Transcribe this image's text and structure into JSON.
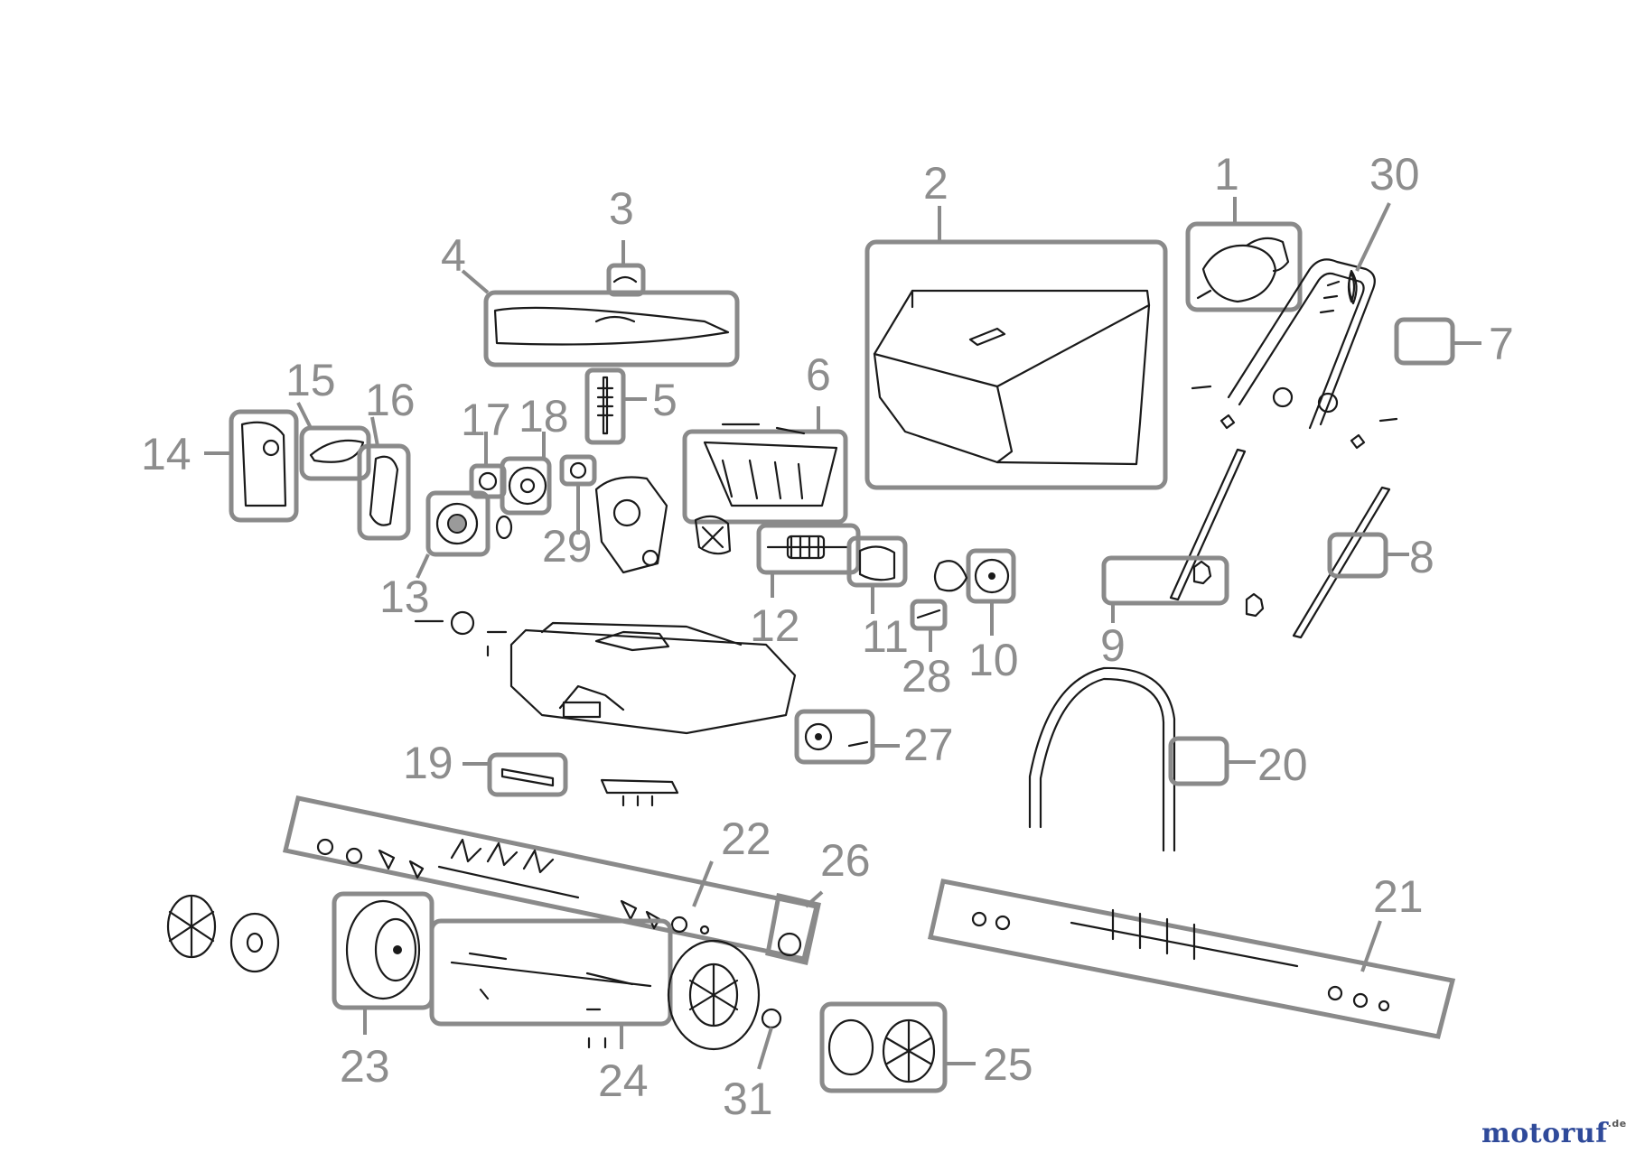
{
  "diagram": {
    "labels": {
      "p1": "1",
      "p2": "2",
      "p3": "3",
      "p4": "4",
      "p5": "5",
      "p6": "6",
      "p7": "7",
      "p8": "8",
      "p9": "9",
      "p10": "10",
      "p11": "11",
      "p12": "12",
      "p13": "13",
      "p14": "14",
      "p15": "15",
      "p16": "16",
      "p17": "17",
      "p18": "18",
      "p19": "19",
      "p20": "20",
      "p21": "21",
      "p22": "22",
      "p23": "23",
      "p24": "24",
      "p25": "25",
      "p26": "26",
      "p27": "27",
      "p28": "28",
      "p29": "29",
      "p30": "30",
      "p31": "31"
    },
    "label_color": "#8d8d8d",
    "box_color": "#8a8a8a"
  },
  "watermark": {
    "text": "motoruf",
    "suffix": ".de"
  }
}
